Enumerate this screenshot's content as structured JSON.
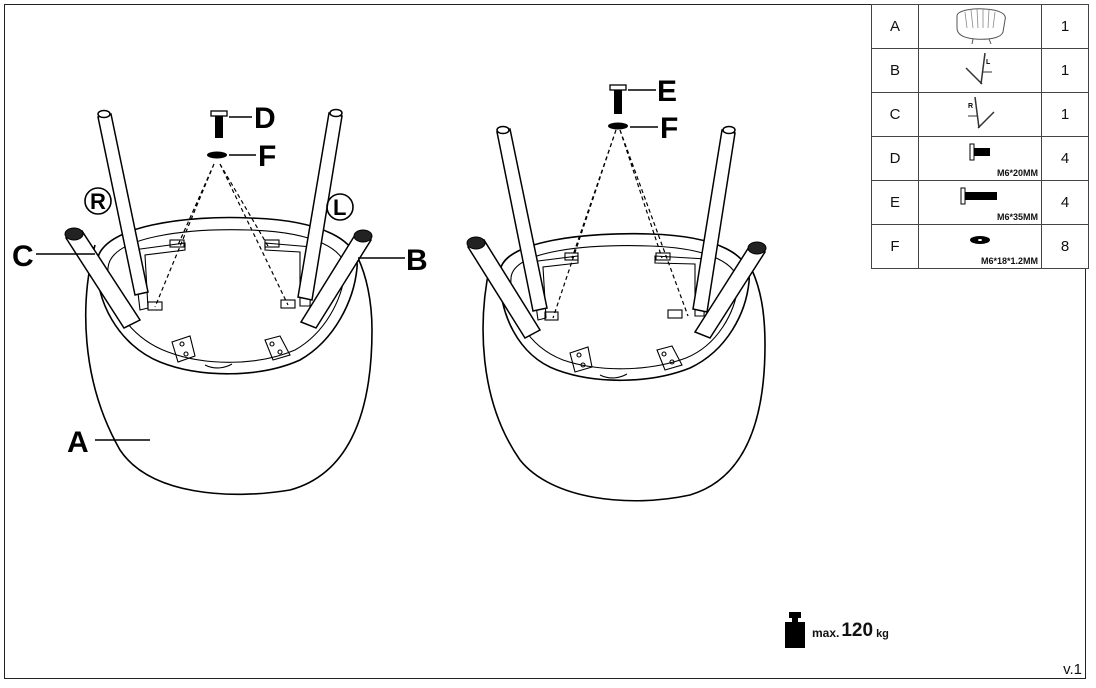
{
  "labels": {
    "seat": "A",
    "right_leg": "B",
    "left_leg": "C",
    "bolt_short": "D",
    "bolt_long": "E",
    "washer": "F",
    "mark_right": "R",
    "mark_left": "L"
  },
  "parts_table": [
    {
      "id": "A",
      "icon": "chair-seat-icon",
      "spec": "",
      "qty": "1"
    },
    {
      "id": "B",
      "icon": "leg-left-icon",
      "spec": "",
      "qty": "1",
      "mark": "L"
    },
    {
      "id": "C",
      "icon": "leg-right-icon",
      "spec": "",
      "qty": "1",
      "mark": "R"
    },
    {
      "id": "D",
      "icon": "bolt-short-icon",
      "spec": "M6*20MM",
      "qty": "4"
    },
    {
      "id": "E",
      "icon": "bolt-long-icon",
      "spec": "M6*35MM",
      "qty": "4"
    },
    {
      "id": "F",
      "icon": "washer-icon",
      "spec": "M6*18*1.2MM",
      "qty": "8"
    }
  ],
  "max_load": {
    "prefix": "max.",
    "value": "120",
    "unit": "kg",
    "icon": "weight-icon"
  },
  "version": "v.1"
}
